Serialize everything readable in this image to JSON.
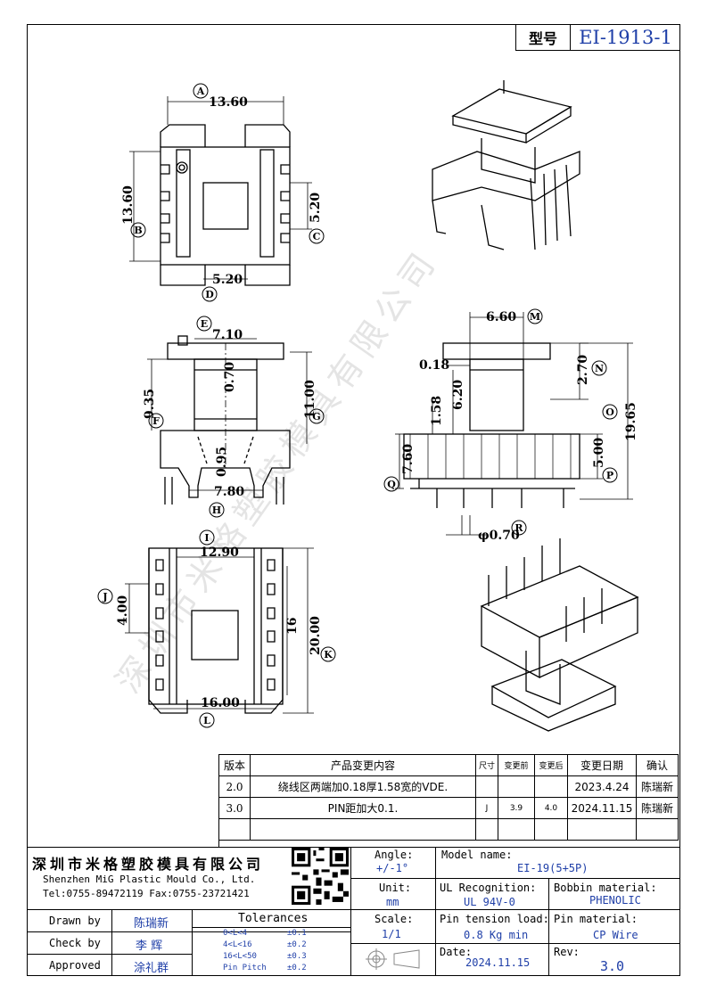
{
  "header": {
    "model_label": "型号",
    "model_value": "EI-1913-1"
  },
  "dimensions": {
    "A": "13.60",
    "B": "13.60",
    "C": "5.20",
    "D": "5.20",
    "E": "7.10",
    "E2": "0.70",
    "F": "9.35",
    "G": "11.00",
    "H": "7.80",
    "H2": "0.95",
    "M": "6.60",
    "N": "2.70",
    "O": "19.65",
    "P": "5.00",
    "Q": "7.60",
    "R": "φ0.70",
    "d018": "0.18",
    "d158": "1.58",
    "d620": "6.20",
    "I": "12.90",
    "J": "4.00",
    "K": "20.00",
    "K2": "16",
    "L": "16.00"
  },
  "callouts": [
    "A",
    "B",
    "C",
    "D",
    "E",
    "F",
    "G",
    "H",
    "I",
    "J",
    "K",
    "L",
    "M",
    "N",
    "O",
    "P",
    "Q",
    "R"
  ],
  "watermark": "深圳市米格塑胶模具有限公司",
  "revisions": {
    "headers": {
      "version": "版本",
      "content": "产品变更内容",
      "size": "尺寸",
      "before": "变更前",
      "after": "变更后",
      "date": "变更日期",
      "confirm": "确认"
    },
    "rows": [
      {
        "version": "2.0",
        "content": "绕线区两端加0.18厚1.58宽的VDE.",
        "size": "",
        "before": "",
        "after": "",
        "date": "2023.4.24",
        "confirm": "陈瑞新"
      },
      {
        "version": "3.0",
        "content": "PIN距加大0.1.",
        "size": "J",
        "before": "3.9",
        "after": "4.0",
        "date": "2024.11.15",
        "confirm": "陈瑞新"
      }
    ]
  },
  "titleblock": {
    "company_cn": "深圳市米格塑胶模具有限公司",
    "company_en": "Shenzhen MiG Plastic Mould Co., Ltd.",
    "contact": "Tel:0755-89472119   Fax:0755-23721421",
    "angle_label": "Angle:",
    "angle_value": "+/-1°",
    "unit_label": "Unit:",
    "unit_value": "mm",
    "scale_label": "Scale:",
    "scale_value": "1/1",
    "model_name_label": "Model name:",
    "model_name_value": "EI-19(5+5P)",
    "ul_label": "UL Recognition:",
    "ul_value": "UL 94V-0",
    "bobbin_label": "Bobbin material:",
    "bobbin_value": "PHENOLIC",
    "pin_tension_label": "Pin tension load:",
    "pin_tension_value": "0.8 Kg min",
    "pin_material_label": "Pin material:",
    "pin_material_value": "CP Wire",
    "date_label": "Date:",
    "date_value": "2024.11.15",
    "rev_label": "Rev:",
    "rev_value": "3.0",
    "drawn_label": "Drawn by",
    "drawn_value": "陈瑞新",
    "check_label": "Check by",
    "check_value": "李 辉",
    "approved_label": "Approved",
    "approved_value": "涂礼群",
    "tolerances_label": "Tolerances",
    "tolerances": [
      {
        "range": "0<L<4",
        "value": "±0.1"
      },
      {
        "range": "4<L<16",
        "value": "±0.2"
      },
      {
        "range": "16<L<50",
        "value": "±0.3"
      },
      {
        "range": "Pin Pitch",
        "value": "±0.2"
      }
    ]
  }
}
